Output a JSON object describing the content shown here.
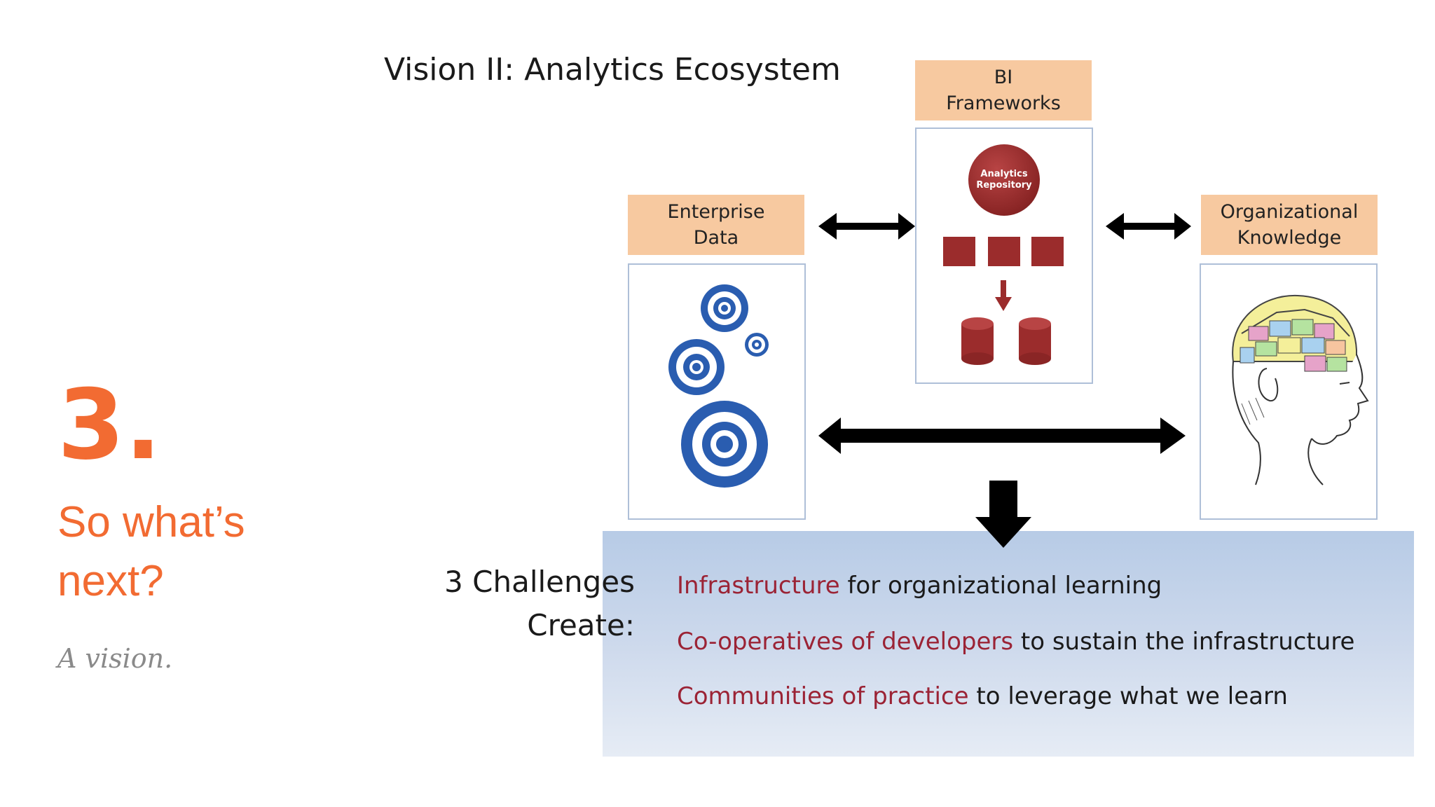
{
  "section": {
    "number": "3.",
    "title": "So what’s next?",
    "subtitle": "A vision."
  },
  "diagram": {
    "title": "Vision II: Analytics Ecosystem",
    "nodes": {
      "bi_frameworks": "BI\nFrameworks",
      "enterprise_data": "Enterprise\nData",
      "organizational_knowledge": "Organizational\nKnowledge",
      "analytics_repository": "Analytics\nRepository"
    },
    "challenges": {
      "heading": "3 Challenges\nCreate:",
      "items": [
        {
          "emphasis": "Infrastructure",
          "rest": " for organizational learning"
        },
        {
          "emphasis": "Co-operatives of developers",
          "rest": " to sustain the infrastructure"
        },
        {
          "emphasis": "Communities of practice",
          "rest": " to leverage what we learn"
        }
      ]
    }
  },
  "colors": {
    "accent": "#f26b32",
    "label_box": "#f7c9a0",
    "repo_red": "#9b2c2c",
    "target_blue": "#2a5db0",
    "emphasis_red": "#9b2335",
    "band_blue": "#b7cbe6"
  },
  "icons": [
    "target-icon",
    "database-icon",
    "phrenology-head-icon",
    "double-arrow-icon",
    "down-arrow-icon"
  ]
}
